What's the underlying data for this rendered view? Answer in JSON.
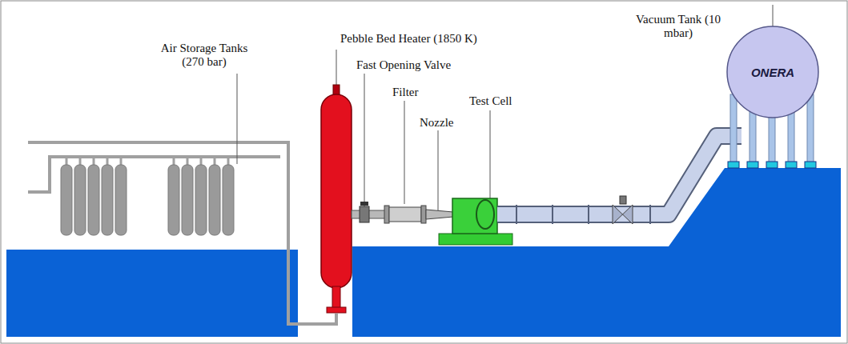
{
  "diagram": {
    "nodes": [
      {
        "text": [
          "ONERA"
        ]
      }
    ],
    "labels": [
      "Air Storage Tanks (270 bar)",
      "Pebble Bed Heater (1850 K)",
      "Fast Opening Valve",
      "Filter",
      "Nozzle",
      "Test Cell",
      "Vacuum Tank (10 mbar)"
    ]
  }
}
